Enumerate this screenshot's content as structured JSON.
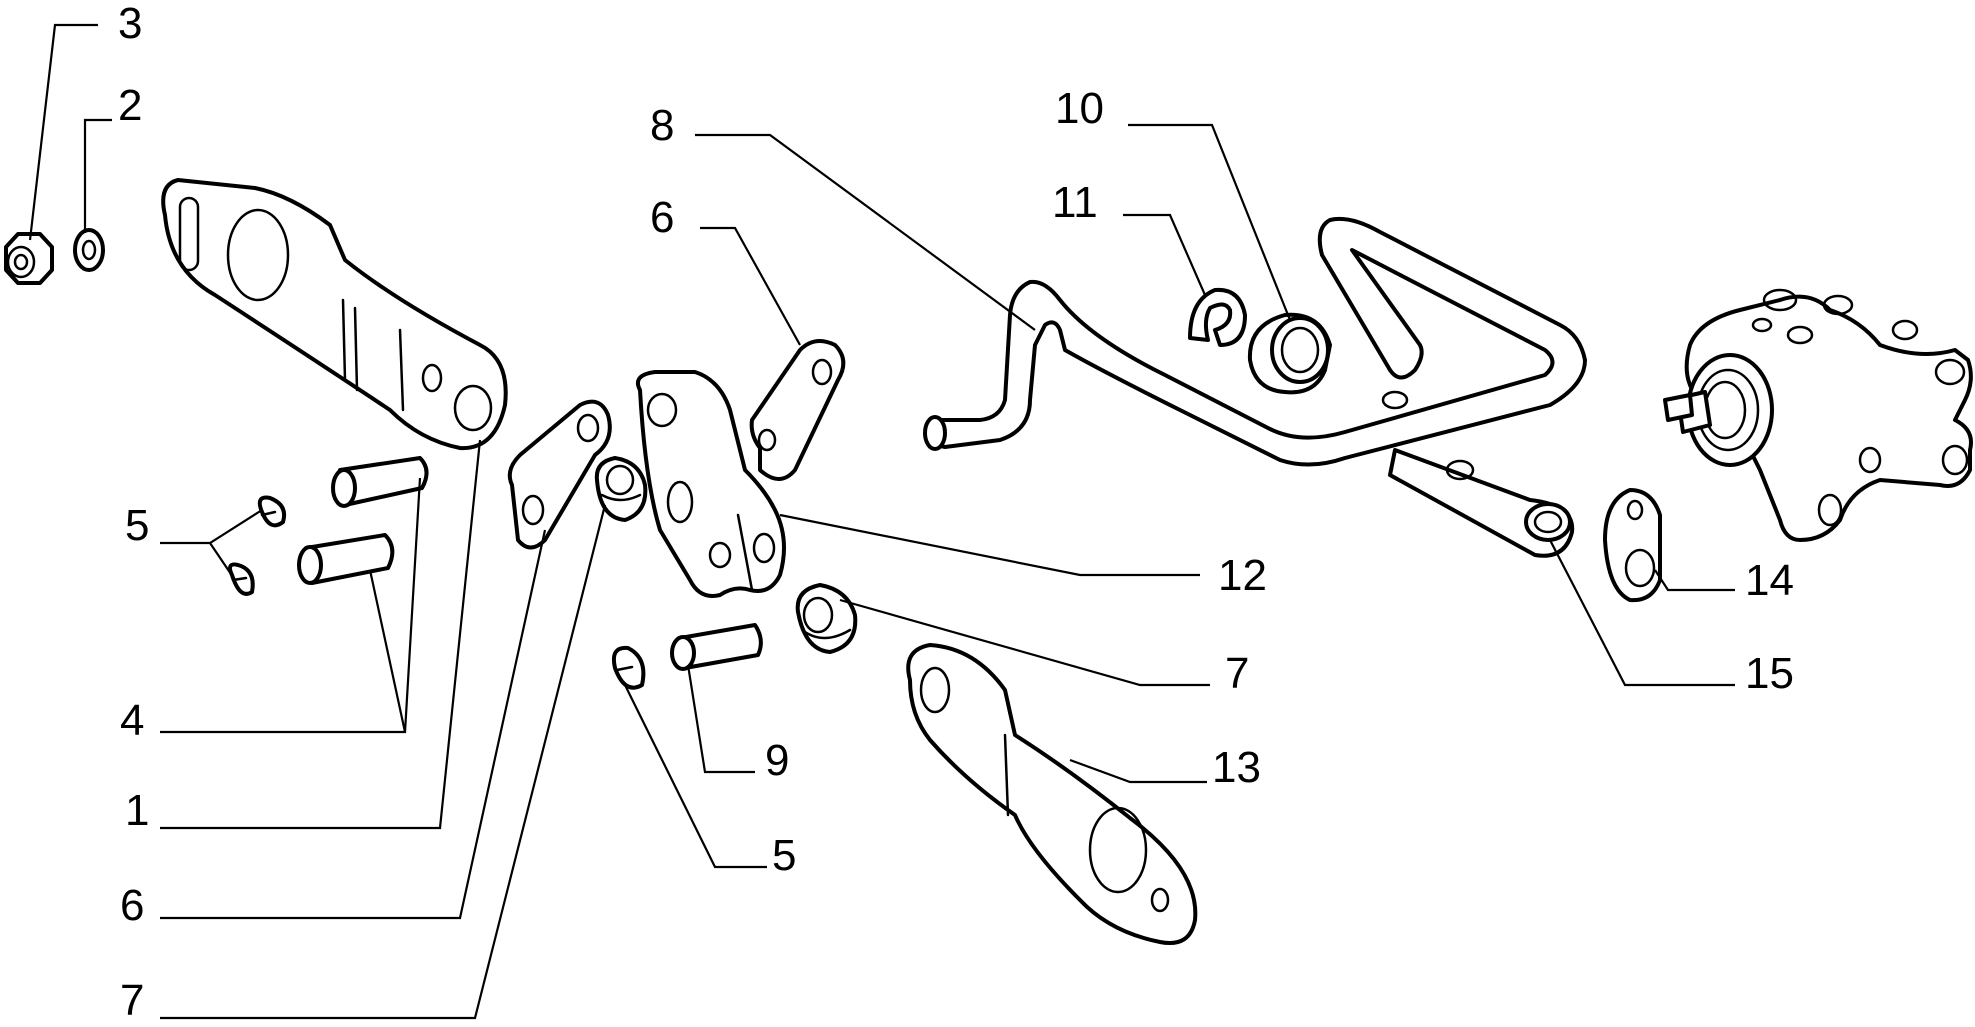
{
  "diagram": {
    "callouts": [
      {
        "id": "c3",
        "label": "3"
      },
      {
        "id": "c2",
        "label": "2"
      },
      {
        "id": "c8",
        "label": "8"
      },
      {
        "id": "c10",
        "label": "10"
      },
      {
        "id": "c11",
        "label": "11"
      },
      {
        "id": "c6a",
        "label": "6"
      },
      {
        "id": "c5a",
        "label": "5"
      },
      {
        "id": "c12",
        "label": "12"
      },
      {
        "id": "c14",
        "label": "14"
      },
      {
        "id": "c7a",
        "label": "7"
      },
      {
        "id": "c15",
        "label": "15"
      },
      {
        "id": "c4",
        "label": "4"
      },
      {
        "id": "c9",
        "label": "9"
      },
      {
        "id": "c13",
        "label": "13"
      },
      {
        "id": "c1",
        "label": "1"
      },
      {
        "id": "c5b",
        "label": "5"
      },
      {
        "id": "c6b",
        "label": "6"
      },
      {
        "id": "c7b",
        "label": "7"
      }
    ]
  }
}
